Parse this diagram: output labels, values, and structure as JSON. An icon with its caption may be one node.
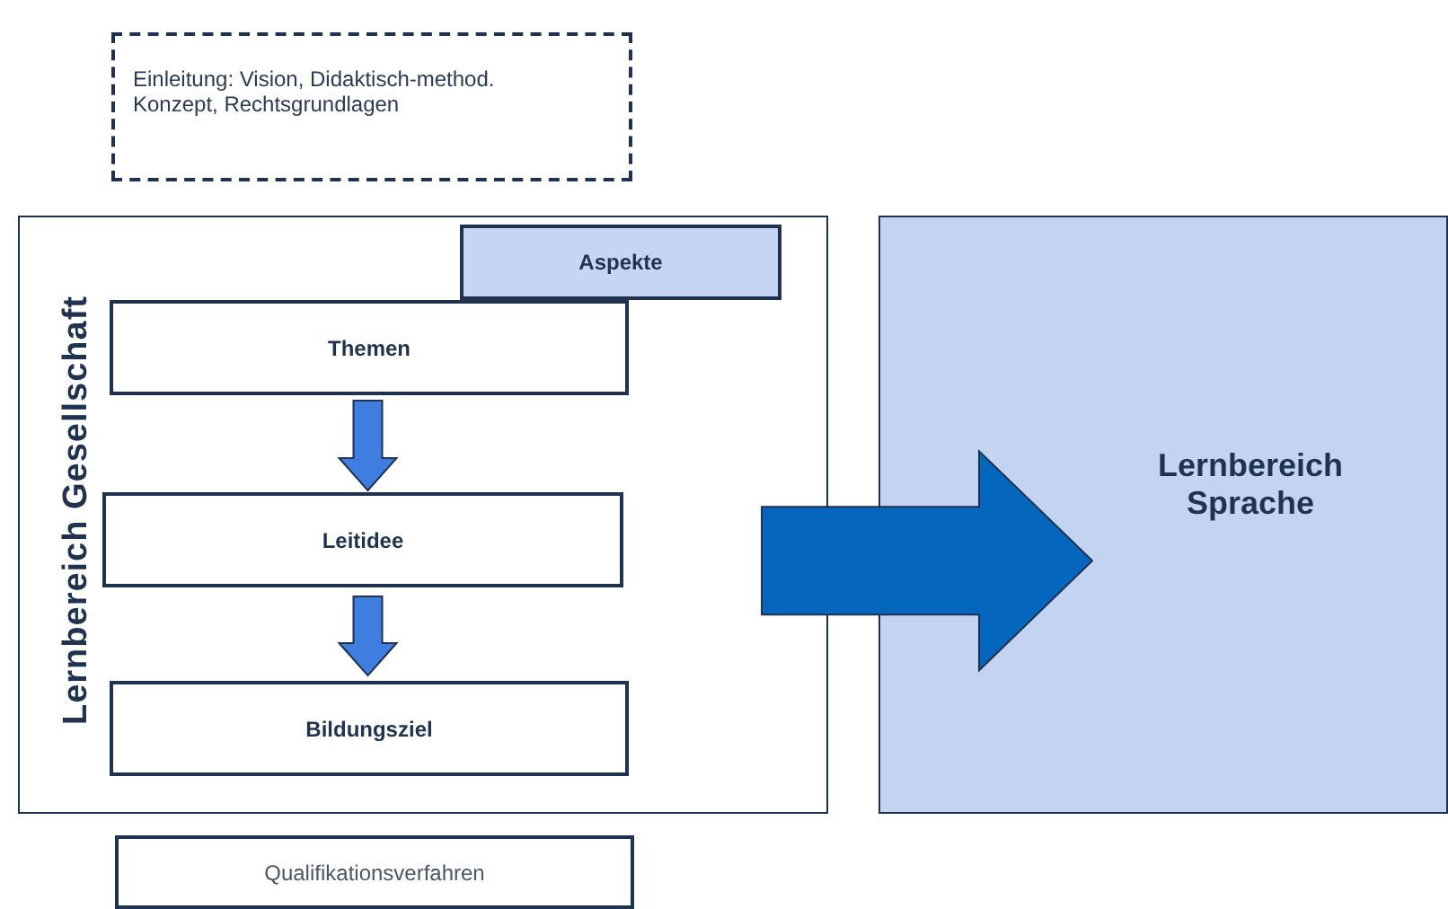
{
  "diagram": {
    "nodes": [
      {
        "text": [
          "Einleitung: Vision, Didaktisch-method. Konzept, Rechtsgrundlagen"
        ]
      },
      {
        "text": [
          "Lernbereich Gesellschaft"
        ]
      },
      {
        "text": [
          "Aspekte"
        ],
        "in": 1
      },
      {
        "text": [
          "Themen"
        ],
        "in": 1
      },
      {
        "text": [
          "Leitidee"
        ],
        "in": 1
      },
      {
        "text": [
          "Bildungsziel"
        ],
        "in": 1
      },
      {
        "text": [
          "Lernbereich Sprache"
        ]
      },
      {
        "text": [
          "Qualifikationsverfahren"
        ]
      }
    ],
    "edges": [
      {
        "from": 3,
        "to": 4,
        "arrow": "to"
      },
      {
        "from": 4,
        "to": 5,
        "arrow": "to"
      },
      {
        "from": 1,
        "to": 6,
        "arrow": "to",
        "color": "#0466bd"
      }
    ]
  }
}
